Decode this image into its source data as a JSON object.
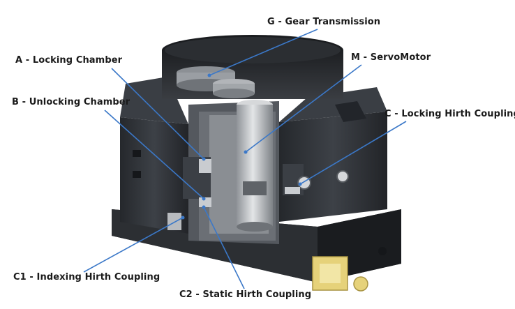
{
  "labels": {
    "g": "G - Gear Transmission",
    "a": "A - Locking Chamber",
    "m": "M - ServoMotor",
    "b": "B - Unlocking Chamber",
    "c": "C - Locking Hirth Coupling",
    "c1": "C1 - Indexing Hirth Coupling",
    "c2": "C2 - Static Hirth Coupling"
  },
  "colors": {
    "leader_line": "#3b78c8",
    "body_dark": "#2e3136",
    "body_mid": "#4a4e55",
    "metal_light": "#c9ccd0",
    "accent_yellow": "#e6d27a"
  }
}
